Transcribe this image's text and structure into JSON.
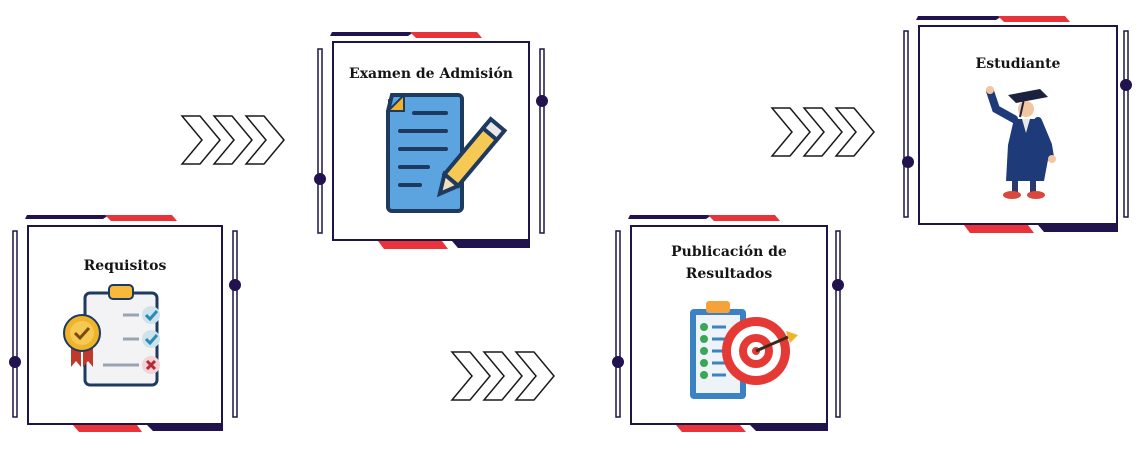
{
  "steps": [
    {
      "title": "Requisitos",
      "icon": "checklist-badge-icon"
    },
    {
      "title": "Examen de Admisión",
      "icon": "document-pencil-icon"
    },
    {
      "title": "Publicación de Resultados",
      "icon": "clipboard-target-icon"
    },
    {
      "title": "Estudiante",
      "icon": "graduate-student-icon"
    }
  ],
  "colors": {
    "navy": "#22134f",
    "red": "#e8333a",
    "frame": "#1c1646"
  }
}
